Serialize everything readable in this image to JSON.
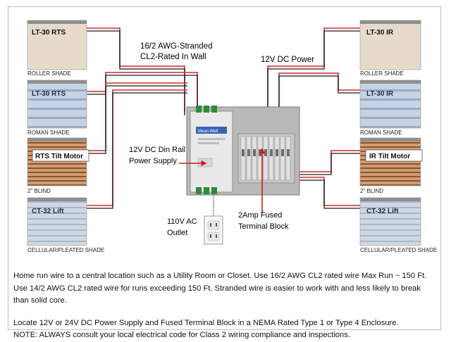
{
  "left_shades": [
    {
      "title": "LT-30 RTS",
      "type_label": "ROLLER SHADE",
      "style": "roller"
    },
    {
      "title": "LT-30 RTS",
      "type_label": "ROMAN SHADE",
      "style": "roman"
    },
    {
      "title": "RTS Tilt Motor",
      "type_label": "2\" BLIND",
      "style": "blind"
    },
    {
      "title": "CT-32 Lift",
      "type_label": "CELLULAR/PLEATED SHADE",
      "style": "cellular"
    }
  ],
  "right_shades": [
    {
      "title": "LT-30 IR",
      "type_label": "ROLLER SHADE",
      "style": "roller"
    },
    {
      "title": "LT-30 IR",
      "type_label": "ROMAN SHADE",
      "style": "roman"
    },
    {
      "title": "IR Tilt Motor",
      "type_label": "2\" BLIND",
      "style": "blind"
    },
    {
      "title": "CT-32 Lift",
      "type_label": "CELLULAR/PLEATED SHADE",
      "style": "cellular"
    }
  ],
  "labels": {
    "wire_line1": "16/2 AWG-Stranded",
    "wire_line2": "CL2-Rated In Wall",
    "dc_power": "12V DC Power",
    "psu_line1": "12V DC Din Rail",
    "psu_line2": "Power Supply",
    "outlet_line1": "110V AC",
    "outlet_line2": "Outlet",
    "terminal_line1": "2Amp Fused",
    "terminal_line2": "Terminal Block",
    "psu_brand": "Mean Well"
  },
  "caption": {
    "p1": "Home run wire to a central location such as a Utility Room or Closet. Use 16/2 AWG CL2 rated wire Max Run ~ 150 Ft. Use 14/2 AWG CL2 rated wire for runs exceeding 150 Ft. Stranded wire is easier to work with and less likely to break than solid core.",
    "p2": "Locate 12V or 24V DC Power Supply and Fused Terminal Block in a NEMA Rated Type 1 or Type 4 Enclosure.",
    "p3": "NOTE: ALWAYS consult your local electrical code for Class 2 wiring compliance and inspections."
  },
  "colors": {
    "wire_red": "#d42a2a",
    "wire_black": "#1a1a1a",
    "roller": "#e8ddd0",
    "roman": "#c7d3e3",
    "blind": "#c58a5e",
    "cellular": "#c3d0dc",
    "arrow": "#d01818"
  }
}
